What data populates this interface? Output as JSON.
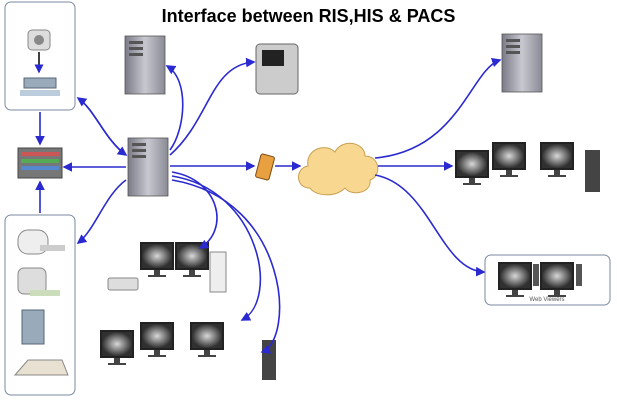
{
  "title": "Interface between RIS,HIS & PACS",
  "web_viewers_label": "Web Viewers",
  "colors": {
    "arrow": "#2a2ad0",
    "cloud": "#f8d890",
    "firewall": "#e8a040",
    "box_border": "#7a8aa0"
  },
  "nodes": [
    {
      "id": "his-ris-box",
      "icon": "imaging-device-icon"
    },
    {
      "id": "storage",
      "icon": "storage-array-icon"
    },
    {
      "id": "modalities-box",
      "icon": "modality-icons"
    },
    {
      "id": "pacs-server",
      "icon": "server-icon"
    },
    {
      "id": "top-server",
      "icon": "server-icon"
    },
    {
      "id": "film-printer",
      "icon": "printer-icon"
    },
    {
      "id": "firewall",
      "icon": "firewall-icon"
    },
    {
      "id": "network-cloud",
      "icon": "cloud-icon"
    },
    {
      "id": "remote-server",
      "icon": "server-icon"
    },
    {
      "id": "remote-workstation",
      "icon": "monitor-icon"
    },
    {
      "id": "web-viewers",
      "icon": "monitor-icon"
    },
    {
      "id": "review-workstation",
      "icon": "monitor-icon"
    },
    {
      "id": "diagnostic-workstation",
      "icon": "monitor-icon"
    }
  ]
}
